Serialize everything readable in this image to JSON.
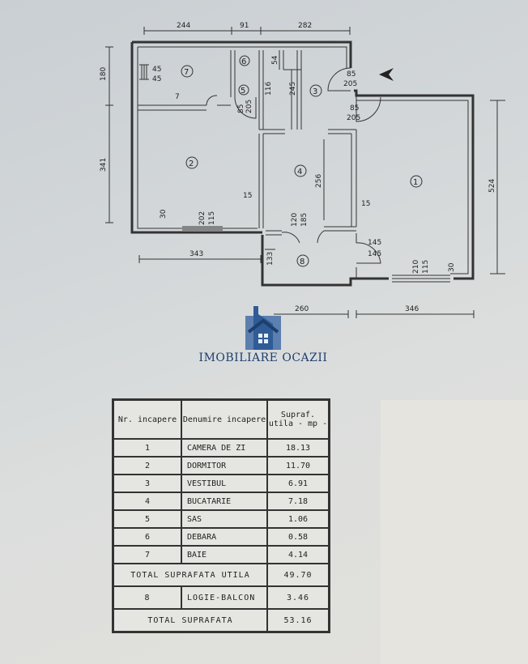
{
  "plan": {
    "dimensions": {
      "top_left": "244",
      "top_mid": "91",
      "top_right": "282",
      "left_upper": "180",
      "left_lower": "341",
      "right": "524",
      "bottom_left": "343",
      "bottom_mid": "260",
      "bottom_right": "346",
      "door_bath": "45",
      "door_bath2": "45",
      "door_wc": "85",
      "door_wc2": "205",
      "door_entry": "85",
      "door_entry2": "205",
      "door_living": "85",
      "door_living2": "205",
      "wall_7": "7",
      "v54": "54",
      "v116": "116",
      "v245": "245",
      "v256": "256",
      "w15a": "15",
      "w15b": "15",
      "w30a": "30",
      "w30b": "30",
      "win_bed": "202",
      "win_bed2": "115",
      "door_kitchen": "120",
      "door_kitchen2": "185",
      "door_balcony": "145",
      "door_balcony2": "145",
      "v133": "133",
      "win_living": "210",
      "win_living2": "115"
    },
    "rooms": [
      "1",
      "2",
      "3",
      "4",
      "5",
      "6",
      "7",
      "8"
    ]
  },
  "logo": {
    "brand": "IMOBILIARE OCAZII"
  },
  "table": {
    "headers": {
      "nr": "Nr. incapere",
      "name": "Denumire incapere",
      "area": "Supraf. utila - mp -"
    },
    "rows": [
      {
        "nr": "1",
        "name": "CAMERA DE ZI",
        "area": "18.13"
      },
      {
        "nr": "2",
        "name": "DORMITOR",
        "area": "11.70"
      },
      {
        "nr": "3",
        "name": "VESTIBUL",
        "area": "6.91"
      },
      {
        "nr": "4",
        "name": "BUCATARIE",
        "area": "7.18"
      },
      {
        "nr": "5",
        "name": "SAS",
        "area": "1.06"
      },
      {
        "nr": "6",
        "name": "DEBARA",
        "area": "0.58"
      },
      {
        "nr": "7",
        "name": "BAIE",
        "area": "4.14"
      }
    ],
    "total_useful_label": "TOTAL SUPRAFATA UTILA",
    "total_useful_value": "49.70",
    "balcony": {
      "nr": "8",
      "name": "LOGIE-BALCON",
      "area": "3.46"
    },
    "total_label": "TOTAL SUPRAFATA",
    "total_value": "53.16"
  }
}
